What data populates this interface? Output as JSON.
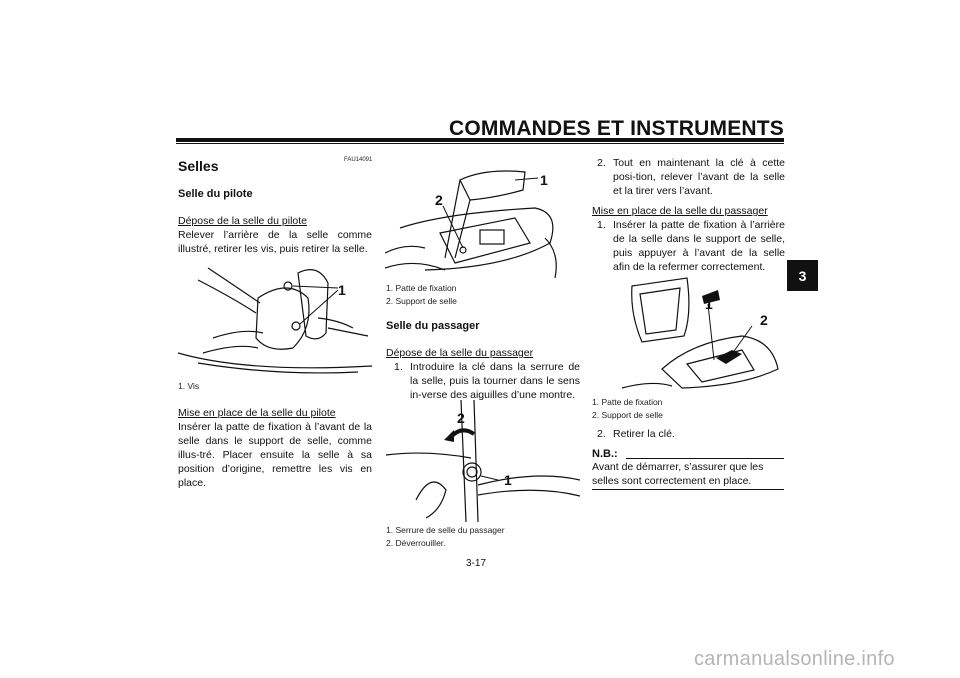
{
  "header": {
    "title": "COMMANDES ET INSTRUMENTS",
    "tab_number": "3"
  },
  "left": {
    "code": "FAU14091",
    "title": "Selles",
    "subtitle": "Selle du pilote",
    "section1_heading": "Dépose de la selle du pilote",
    "section1_text": "Relever l’arrière de la selle comme illustré, retirer les vis, puis retirer la selle.",
    "fig1_callout": "1",
    "fig1_caption": "1.  Vis",
    "section2_heading": "Mise en place de la selle du pilote",
    "section2_text": "Insérer la patte de fixation à l’avant de la selle dans le support de selle, comme illus-tré. Placer ensuite la selle à sa position d’origine, remettre les vis en place."
  },
  "middle": {
    "fig2_callout1": "1",
    "fig2_callout2": "2",
    "fig2_caption1": "1.  Patte de fixation",
    "fig2_caption2": "2.  Support de selle",
    "subtitle": "Selle du passager",
    "section_heading": "Dépose de la selle du passager",
    "step1_num": "1.",
    "step1_text": "Introduire la clé dans la serrure de la selle, puis la tourner dans le sens in-verse des aiguilles d’une montre.",
    "fig3_callout1": "1",
    "fig3_callout2": "2",
    "fig3_caption1": "1.  Serrure de selle du passager",
    "fig3_caption2": "2.  Déverrouiller.",
    "page_number": "3-17"
  },
  "right": {
    "step2_num": "2.",
    "step2_text": "Tout en maintenant la clé à cette posi-tion, relever l’avant de la selle et la tirer vers l’avant.",
    "section_heading": "Mise en place de la selle du passager",
    "step1_num": "1.",
    "step1_text": "Insérer la patte de fixation à l’arrière de la selle dans le support de selle, puis appuyer à l’avant de la selle afin de la refermer correctement.",
    "fig4_callout1": "1",
    "fig4_callout2": "2",
    "fig4_caption1": "1.  Patte de fixation",
    "fig4_caption2": "2.  Support de selle",
    "step2b_num": "2.",
    "step2b_text": "Retirer la clé.",
    "nb_label": "N.B.:",
    "nb_text": "Avant de démarrer, s’assurer que les selles sont correctement en place."
  },
  "footer": {
    "watermark": "carmanualsonline.info"
  }
}
